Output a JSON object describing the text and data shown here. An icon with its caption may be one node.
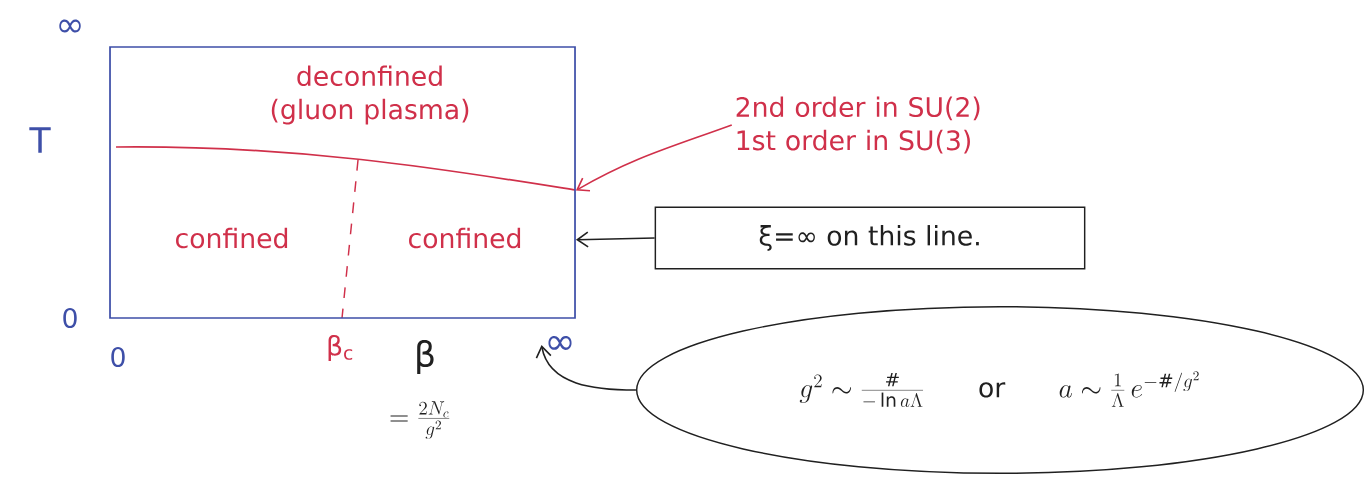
{
  "diagram": {
    "nodes": [
      {
        "text": [
          "deconfined (gluon plasma)",
          "confined",
          "confined"
        ]
      },
      {
        "text": [
          "2nd order in SU(2) 1st order in SU(3)"
        ]
      },
      {
        "text": [
          "ξ=∞ on this line."
        ]
      },
      {
        "text": [
          "g^{2}\\sim\\frac{\\#}{-\\ln a\\Lambda}\\qquad\\mbox{or}\\qquad a\\sim\\frac{1}{\\Lambda}\\,e^{-\\#/g^{2}}"
        ]
      },
      {
        "text": [
          "∞"
        ]
      }
    ],
    "edges": [
      {
        "from": 1,
        "to": 0,
        "arrow": "to",
        "color": "#d0304a"
      },
      {
        "from": 2,
        "to": 0,
        "arrow": "to"
      },
      {
        "from": 3,
        "to": 4,
        "arrow": "to"
      }
    ],
    "labels": [
      "∞",
      "T",
      "0",
      "0",
      "β$_{c}$",
      "β",
      "=\\frac{2N_{c}}{g^{2}}"
    ]
  }
}
